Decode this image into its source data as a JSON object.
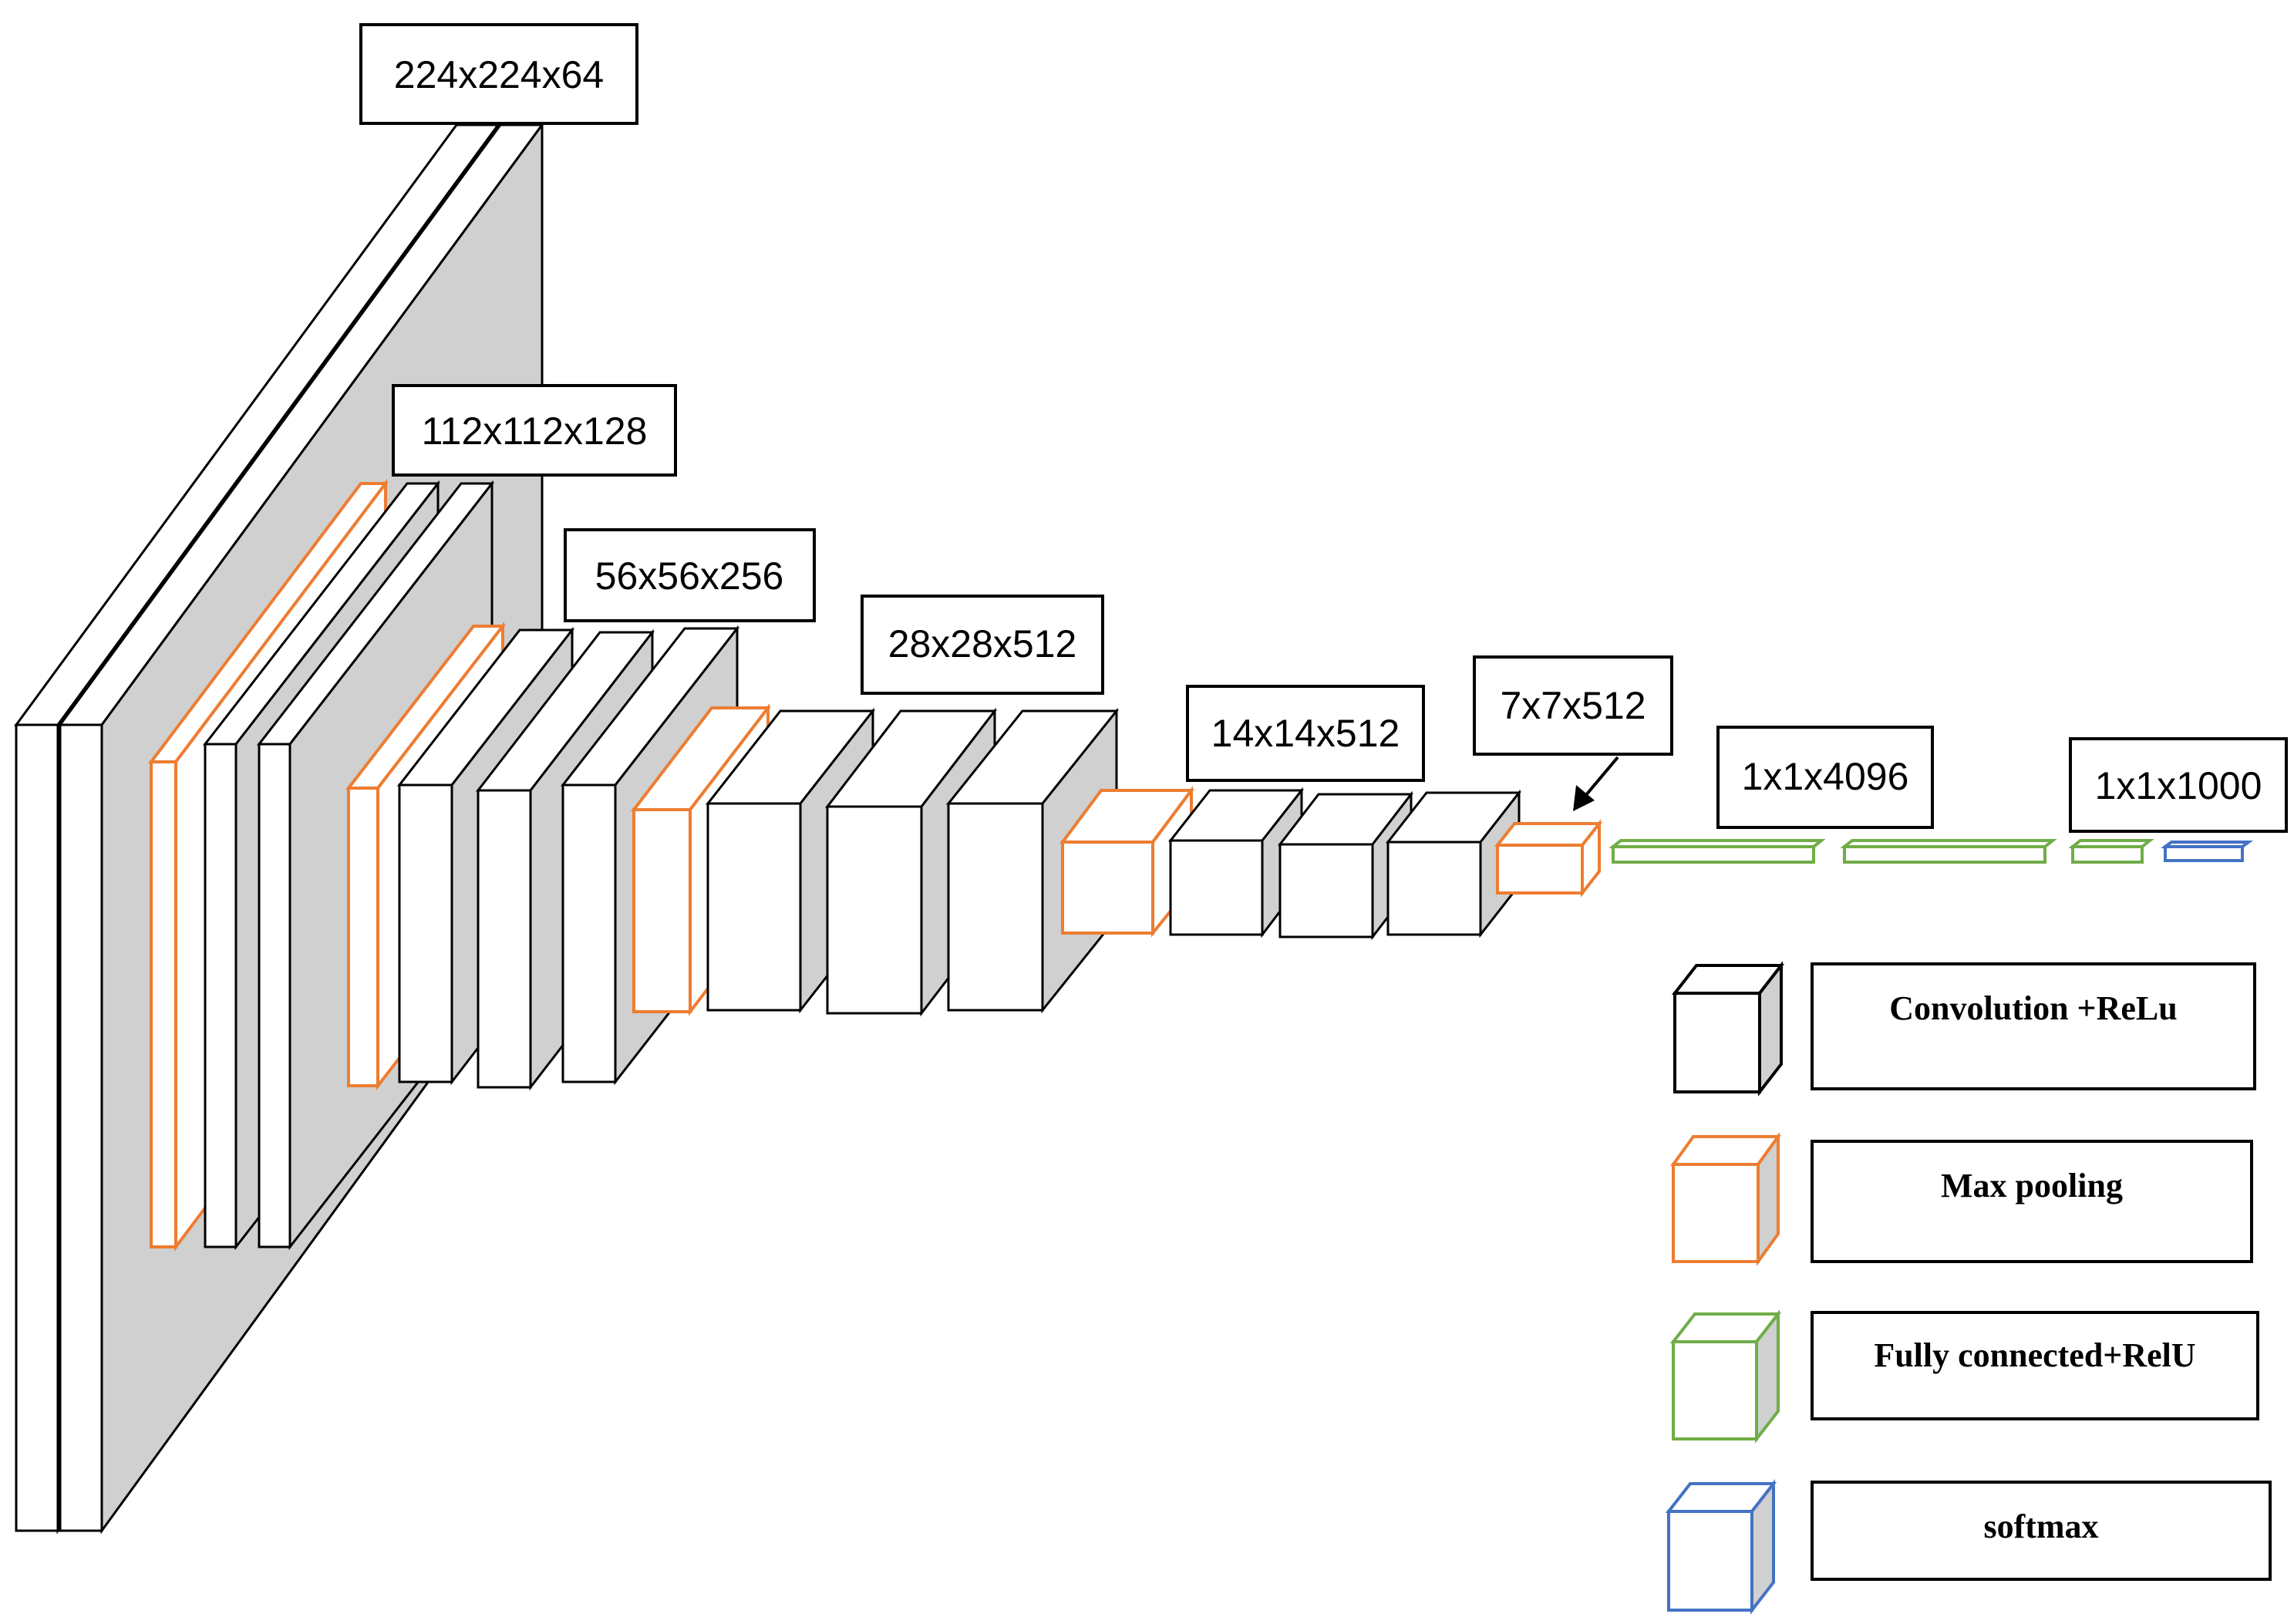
{
  "shape_labels": {
    "l224": "224x224x64",
    "l112": "112x112x128",
    "l56": "56x56x256",
    "l28": "28x28x512",
    "l14": "14x14x512",
    "l7": "7x7x512",
    "l4096": "1x1x4096",
    "l1000": "1x1x1000"
  },
  "legend": {
    "conv": "Convolution +ReLu",
    "pool": "Max pooling",
    "fc": "Fully connected+RelU",
    "softmax": "softmax"
  },
  "colors": {
    "conv": "#000000",
    "pool": "#ED7D31",
    "fc": "#70AD47",
    "softmax": "#4472C4",
    "side_fill": "#D0D0D0"
  }
}
